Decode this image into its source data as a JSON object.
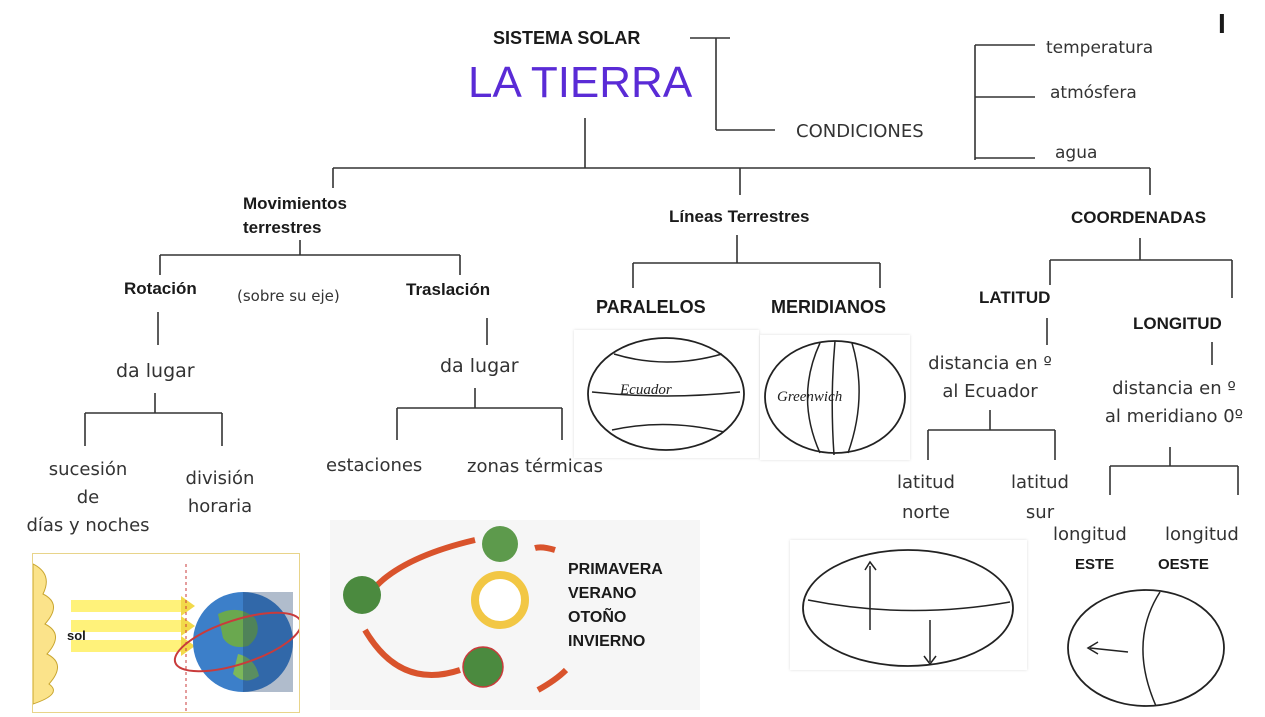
{
  "top": {
    "system": "SISTEMA  SOLAR",
    "title": "LA TIERRA",
    "corner_mark": "I",
    "title_color": "#5a2bd6"
  },
  "condiciones": {
    "label": "CONDICIONES",
    "items": [
      "temperatura",
      "atmósfera",
      "agua"
    ]
  },
  "movimientos": {
    "title_line1": "Movimientos",
    "title_line2": "terrestres",
    "rotacion": {
      "label": "Rotación",
      "note": "(sobre su eje)",
      "da_lugar": "da lugar",
      "results": [
        {
          "lines": [
            "sucesión",
            "de",
            "días y noches"
          ]
        },
        {
          "lines": [
            "división",
            "horaria"
          ]
        }
      ],
      "img_label": "sol"
    },
    "traslacion": {
      "label": "Traslación",
      "da_lugar": "da lugar",
      "results": [
        "estaciones",
        "zonas térmicas"
      ],
      "seasons": [
        "PRIMAVERA",
        "VERANO",
        "OTOÑO",
        "INVIERNO"
      ]
    }
  },
  "lineas": {
    "title": "Líneas Terrestres",
    "paralelos": {
      "label": "PARALELOS",
      "caption": "Ecuador"
    },
    "meridianos": {
      "label": "MERIDIANOS",
      "caption": "Greenwich"
    }
  },
  "coordenadas": {
    "title": "COORDENADAS",
    "latitud": {
      "label": "LATITUD",
      "desc_line1": "distancia en º",
      "desc_line2": "al Ecuador",
      "children": [
        [
          "latitud",
          "norte"
        ],
        [
          "latitud",
          "sur"
        ]
      ]
    },
    "longitud": {
      "label": "LONGITUD",
      "desc_line1": "distancia en º",
      "desc_line2": "al meridiano 0º",
      "children": [
        {
          "word": "longitud",
          "dir": "ESTE"
        },
        {
          "word": "longitud",
          "dir": "OESTE"
        }
      ]
    }
  }
}
